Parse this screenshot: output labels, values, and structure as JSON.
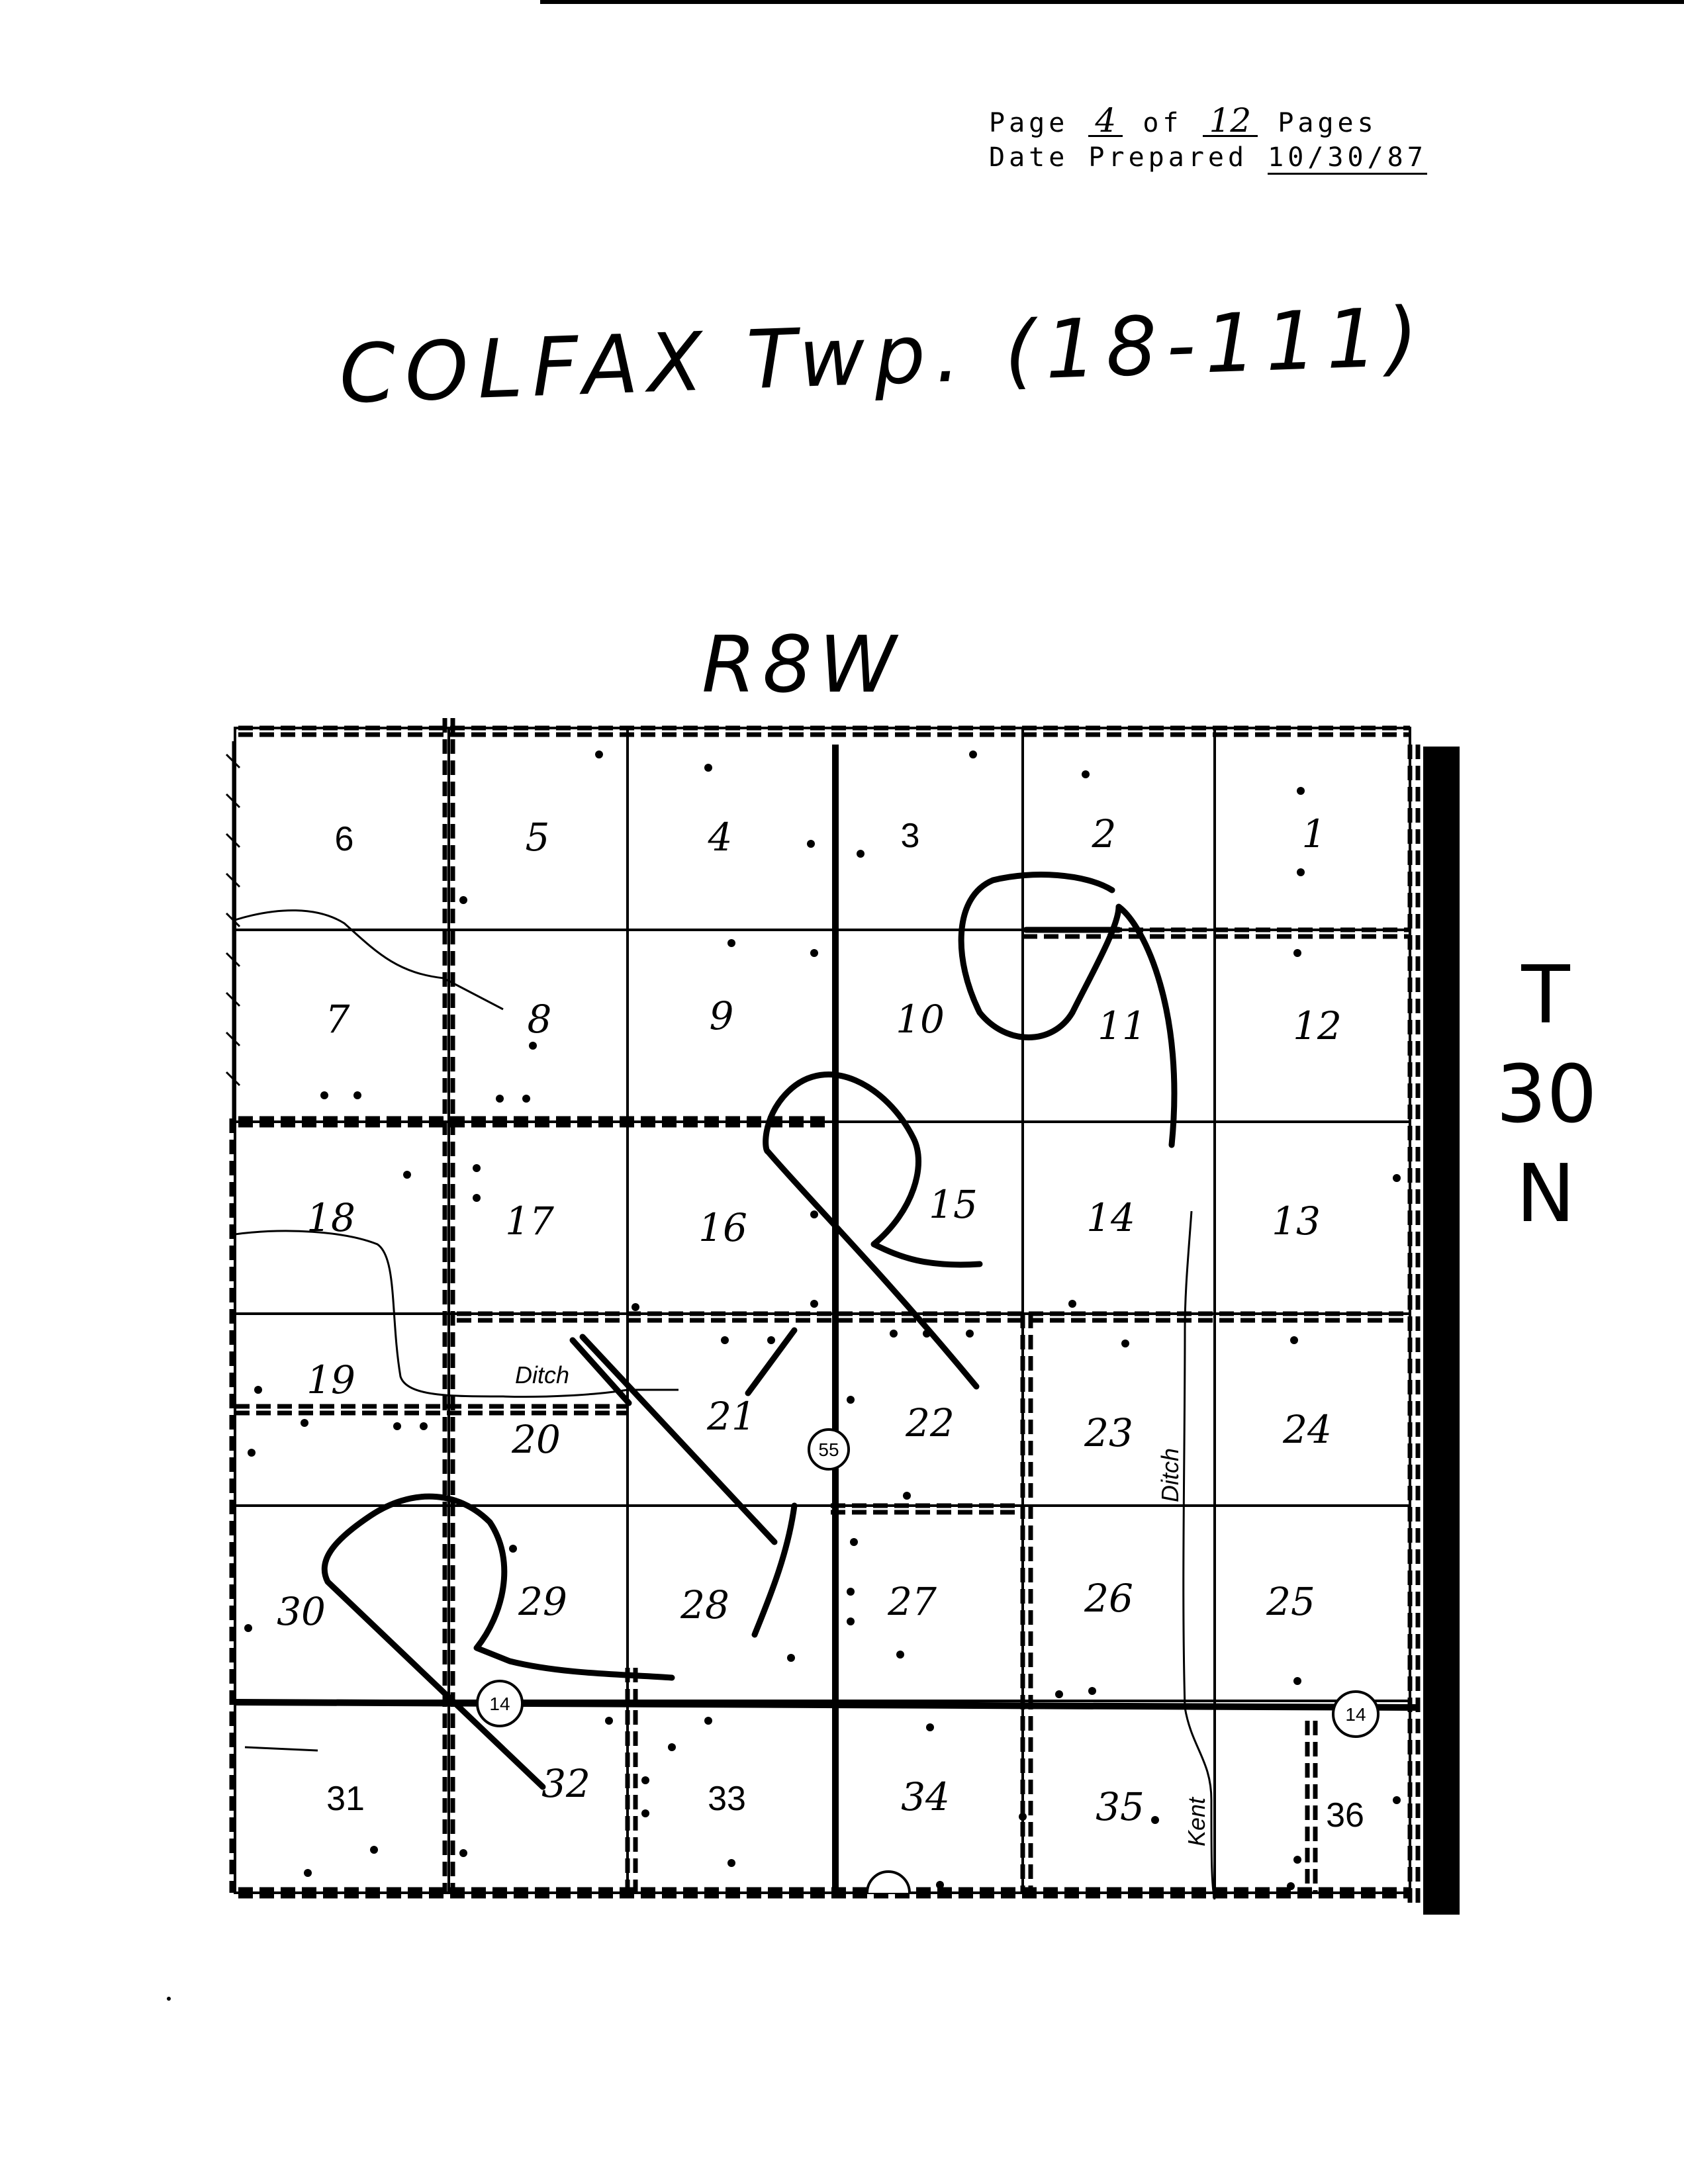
{
  "header": {
    "page_label": "Page",
    "page_number": "4",
    "of_label": "of",
    "page_total": "12",
    "pages_label": "Pages",
    "date_label": "Date Prepared",
    "date_value": "10/30/87"
  },
  "title": "COLFAX Twp. (18-111)",
  "range_label": "R8W",
  "township_label": [
    "T",
    "30",
    "N"
  ],
  "sections": {
    "s1": "1",
    "s2": "2",
    "s3": "3",
    "s4": "4",
    "s5": "5",
    "s6": "6",
    "s7": "7",
    "s8": "8",
    "s9": "9",
    "s10": "10",
    "s11": "11",
    "s12": "12",
    "s13": "13",
    "s14": "14",
    "s15": "15",
    "s16": "16",
    "s17": "17",
    "s18": "18",
    "s19": "19",
    "s20": "20",
    "s21": "21",
    "s22": "22",
    "s23": "23",
    "s24": "24",
    "s25": "25",
    "s26": "26",
    "s27": "27",
    "s28": "28",
    "s29": "29",
    "s30": "30",
    "s31": "31",
    "s32": "32",
    "s33": "33",
    "s34": "34",
    "s35": "35",
    "s36": "36"
  },
  "features": {
    "ditch_west": "Ditch",
    "ditch_east": "Ditch",
    "kent": "Kent"
  },
  "highways": {
    "hwy55": "55",
    "hwy14_west": "14",
    "hwy14_east": "14"
  }
}
